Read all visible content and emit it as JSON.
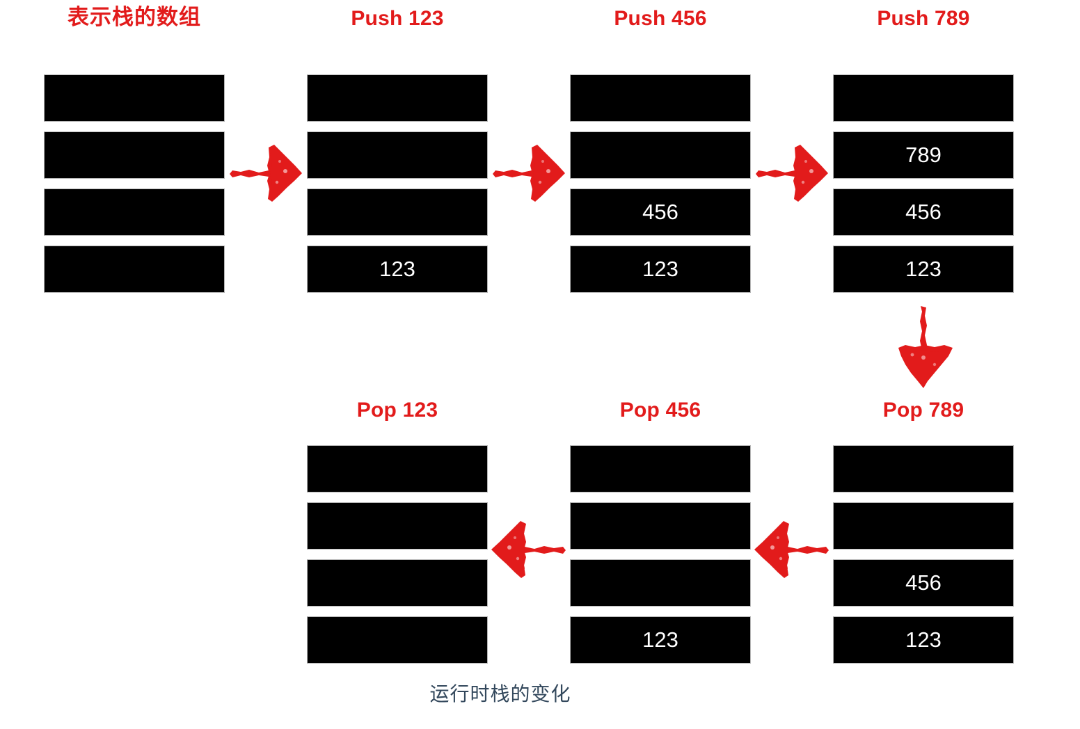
{
  "caption": "运行时栈的变化",
  "colors": {
    "accent_red": "#e21b1b",
    "cell_fill": "#000000",
    "cell_text": "#ffffff",
    "caption_text": "#33485c",
    "background": "#ffffff"
  },
  "top_row": {
    "columns": [
      {
        "title": "表示栈的数组",
        "title_cjk": true,
        "cells": [
          "",
          "",
          "",
          ""
        ]
      },
      {
        "title": "Push 123",
        "title_cjk": false,
        "cells": [
          "",
          "",
          "",
          "123"
        ]
      },
      {
        "title": "Push 456",
        "title_cjk": false,
        "cells": [
          "",
          "",
          "456",
          "123"
        ]
      },
      {
        "title": "Push 789",
        "title_cjk": false,
        "cells": [
          "",
          "789",
          "456",
          "123"
        ]
      }
    ]
  },
  "bottom_row": {
    "columns": [
      {
        "title": "Pop 123",
        "title_cjk": false,
        "cells": [
          "",
          "",
          "",
          ""
        ]
      },
      {
        "title": "Pop 456",
        "title_cjk": false,
        "cells": [
          "",
          "",
          "",
          "123"
        ]
      },
      {
        "title": "Pop 789",
        "title_cjk": false,
        "cells": [
          "",
          "",
          "456",
          "123"
        ]
      }
    ]
  },
  "arrows": [
    {
      "name": "arrow-push-123",
      "direction": "right"
    },
    {
      "name": "arrow-push-456",
      "direction": "right"
    },
    {
      "name": "arrow-push-789",
      "direction": "right"
    },
    {
      "name": "arrow-to-pop-789",
      "direction": "down"
    },
    {
      "name": "arrow-pop-456",
      "direction": "left"
    },
    {
      "name": "arrow-pop-123",
      "direction": "left"
    }
  ]
}
